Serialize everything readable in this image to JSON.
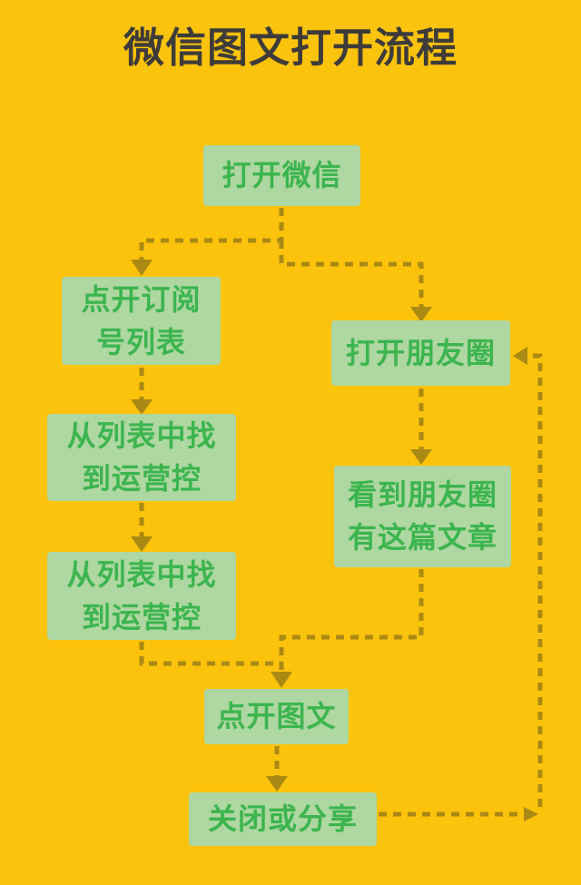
{
  "page": {
    "title": "微信图文打开流程"
  },
  "colors": {
    "bg": "#fcc30d",
    "title": "#3e3c3a",
    "box-bg": "#aed7a1",
    "box-text": "#3bb54e",
    "connector": "#aa8a14"
  },
  "flowchart": {
    "nodes": [
      {
        "id": "open-wechat",
        "lines": [
          "打开微信"
        ]
      },
      {
        "id": "open-subscription-list",
        "lines": [
          "点开订阅",
          "号列表"
        ]
      },
      {
        "id": "open-moments",
        "lines": [
          "打开朋友圈"
        ]
      },
      {
        "id": "find-account-in-list-1",
        "lines": [
          "从列表中找",
          "到运营控"
        ]
      },
      {
        "id": "see-article-in-moments",
        "lines": [
          "看到朋友圈",
          "有这篇文章"
        ]
      },
      {
        "id": "find-account-in-list-2",
        "lines": [
          "从列表中找",
          "到运营控"
        ]
      },
      {
        "id": "open-article",
        "lines": [
          "点开图文"
        ]
      },
      {
        "id": "close-or-share",
        "lines": [
          "关闭或分享"
        ]
      }
    ]
  }
}
